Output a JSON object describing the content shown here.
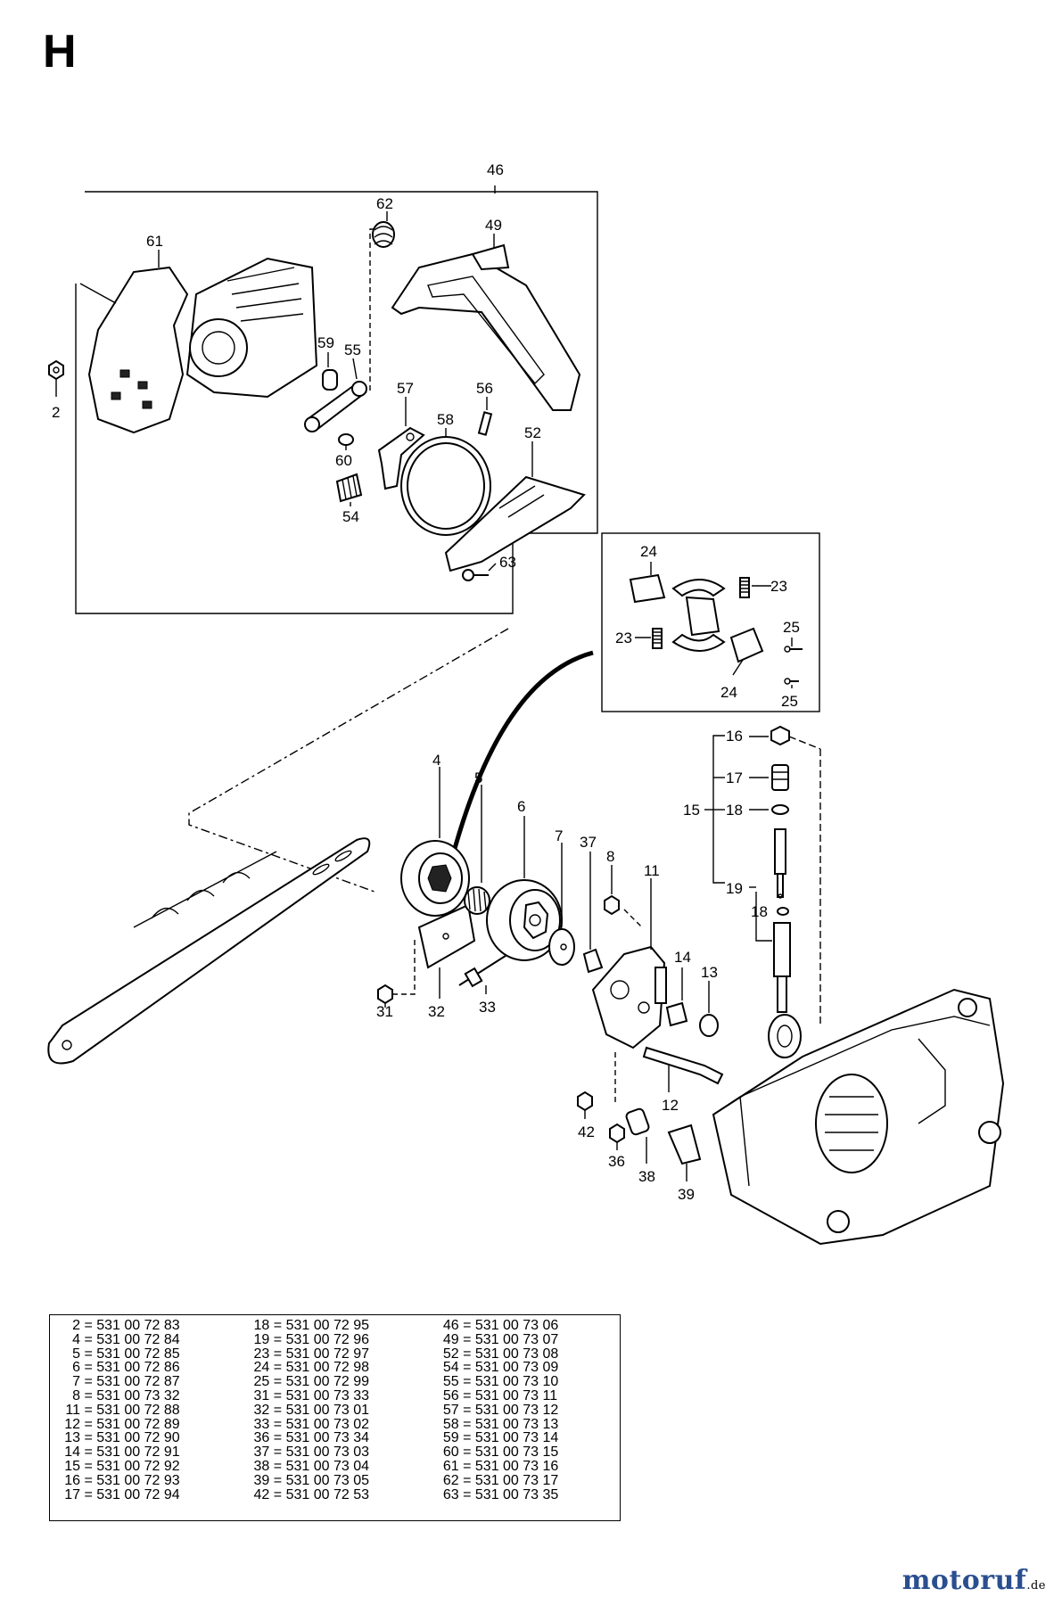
{
  "section_letter": "H",
  "colors": {
    "line": "#000000",
    "background": "#ffffff",
    "brand_primary": "#2a4f8f",
    "brand_accent": "#c0392b"
  },
  "callouts": {
    "c46": "46",
    "c62": "62",
    "c49": "49",
    "c61": "61",
    "c59": "59",
    "c55": "55",
    "c2": "2",
    "c57": "57",
    "c56": "56",
    "c58": "58",
    "c52": "52",
    "c60": "60",
    "c54": "54",
    "c63": "63",
    "c24a": "24",
    "c23a": "23",
    "c23b": "23",
    "c25a": "25",
    "c24b": "24",
    "c25b": "25",
    "c16": "16",
    "c17": "17",
    "c15": "15",
    "c18a": "18",
    "c19": "19",
    "c18b": "18",
    "c4": "4",
    "c5": "5",
    "c6": "6",
    "c7": "7",
    "c37": "37",
    "c8": "8",
    "c11": "11",
    "c14": "14",
    "c13": "13",
    "c31": "31",
    "c32": "32",
    "c33": "33",
    "c12": "12",
    "c42": "42",
    "c36": "36",
    "c38": "38",
    "c39": "39"
  },
  "parts_table": [
    [
      {
        "num": "2",
        "code": "531 00 72 83"
      },
      {
        "num": "4",
        "code": "531 00 72 84"
      },
      {
        "num": "5",
        "code": "531 00 72 85"
      },
      {
        "num": "6",
        "code": "531 00 72 86"
      },
      {
        "num": "7",
        "code": "531 00 72 87"
      },
      {
        "num": "8",
        "code": "531 00 73 32"
      },
      {
        "num": "11",
        "code": "531 00 72 88"
      },
      {
        "num": "12",
        "code": "531 00 72 89"
      },
      {
        "num": "13",
        "code": "531 00 72 90"
      },
      {
        "num": "14",
        "code": "531 00 72 91"
      },
      {
        "num": "15",
        "code": "531 00 72 92"
      },
      {
        "num": "16",
        "code": "531 00 72 93"
      },
      {
        "num": "17",
        "code": "531 00 72 94"
      }
    ],
    [
      {
        "num": "18",
        "code": "531 00 72 95"
      },
      {
        "num": "19",
        "code": "531 00 72 96"
      },
      {
        "num": "23",
        "code": "531 00 72 97"
      },
      {
        "num": "24",
        "code": "531 00 72 98"
      },
      {
        "num": "25",
        "code": "531 00 72 99"
      },
      {
        "num": "31",
        "code": "531 00 73 33"
      },
      {
        "num": "32",
        "code": "531 00 73 01"
      },
      {
        "num": "33",
        "code": "531 00 73 02"
      },
      {
        "num": "36",
        "code": "531 00 73 34"
      },
      {
        "num": "37",
        "code": "531 00 73 03"
      },
      {
        "num": "38",
        "code": "531 00 73 04"
      },
      {
        "num": "39",
        "code": "531 00 73 05"
      },
      {
        "num": "42",
        "code": "531 00 72 53"
      }
    ],
    [
      {
        "num": "46",
        "code": "531 00 73 06"
      },
      {
        "num": "49",
        "code": "531 00 73 07"
      },
      {
        "num": "52",
        "code": "531 00 73 08"
      },
      {
        "num": "54",
        "code": "531 00 73 09"
      },
      {
        "num": "55",
        "code": "531 00 73 10"
      },
      {
        "num": "56",
        "code": "531 00 73 11"
      },
      {
        "num": "57",
        "code": "531 00 73 12"
      },
      {
        "num": "58",
        "code": "531 00 73 13"
      },
      {
        "num": "59",
        "code": "531 00 73 14"
      },
      {
        "num": "60",
        "code": "531 00 73 15"
      },
      {
        "num": "61",
        "code": "531 00 73 16"
      },
      {
        "num": "62",
        "code": "531 00 73 17"
      },
      {
        "num": "63",
        "code": "531 00 73 35"
      }
    ]
  ],
  "brand": {
    "name": "motoruf",
    "domain": ".de"
  }
}
